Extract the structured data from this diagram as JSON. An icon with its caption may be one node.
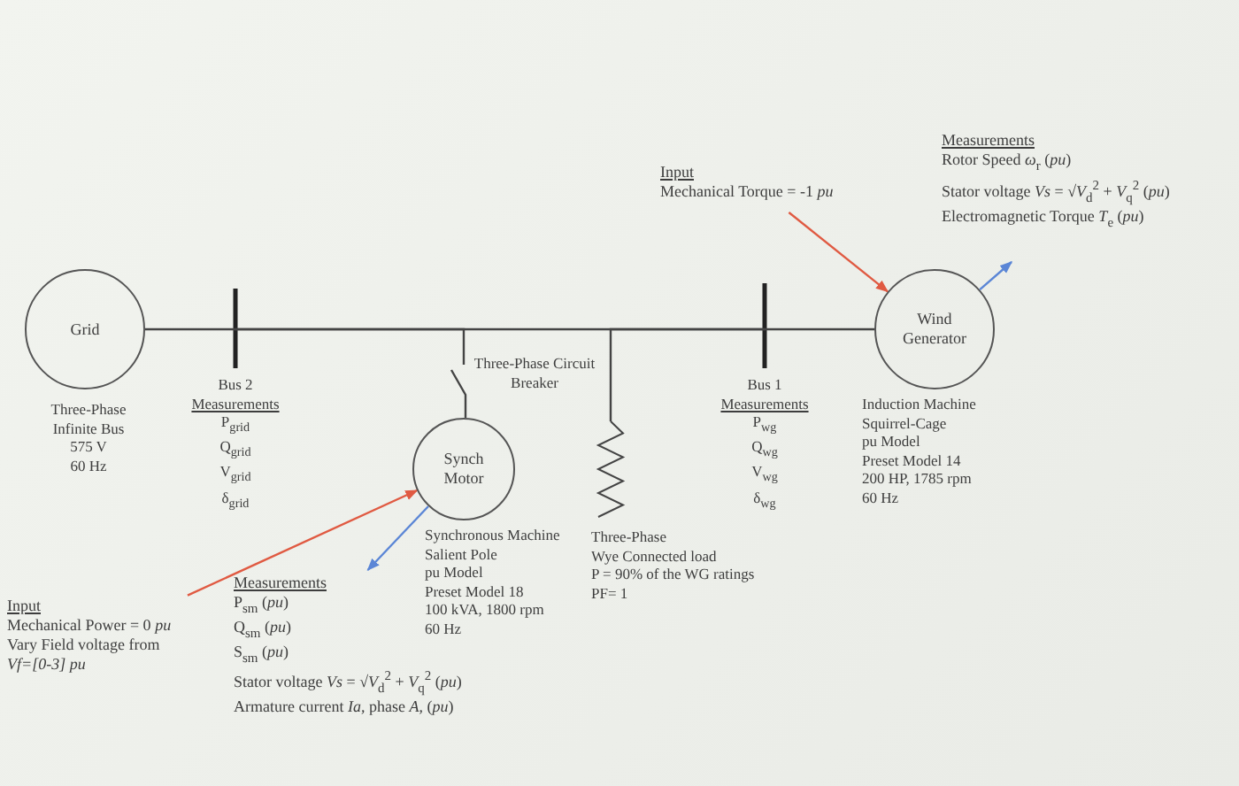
{
  "diagram": {
    "nodes": [
      {
        "text": [
          "Grid"
        ],
        "beside": [
          "Three-Phase",
          "Infinite Bus",
          "575 V",
          "60 Hz"
        ]
      },
      {
        "text": [],
        "shape": "bar",
        "beside": [
          "Bus 2",
          "Measurements",
          "P$_{grid}$",
          "Q$_{grid}$",
          "V$_{grid}$",
          "δ$_{grid}$"
        ]
      },
      {
        "text": [
          "Synch Motor"
        ],
        "beside": [
          "Synchronous Machine",
          "Salient Pole",
          "pu Model",
          "Preset Model 18",
          "100 kVA, 1800 rpm",
          "60 Hz"
        ]
      },
      {
        "text": [],
        "shape": "resistor",
        "beside": [
          "Three-Phase",
          "Wye Connected load",
          "P = 90% of the WG ratings",
          "PF= 1"
        ]
      },
      {
        "text": [],
        "shape": "bar",
        "beside": [
          "Bus 1",
          "Measurements",
          "P$_{wg}$",
          "Q$_{wg}$",
          "V$_{wg}$",
          "δ$_{wg}$"
        ]
      },
      {
        "text": [
          "Wind Generator"
        ],
        "beside": [
          "Induction Machine",
          "Squirrel-Cage",
          "pu Model",
          "Preset Model 14",
          "200 HP, 1785 rpm",
          "60 Hz"
        ]
      },
      {
        "text": [
          "Input",
          "Mechanical Torque = -1 *pu*"
        ]
      },
      {
        "text": [
          "Measurements",
          "Rotor Speed *ω*$_{r}$ (*pu*)",
          "Stator voltage *Vs* = √*V*$_{d}$$^{2}$ + *V*$_{q}$$^{2}$ (*pu*)",
          "Electromagnetic Torque *T*$_{e}$ (*pu*)"
        ]
      },
      {
        "text": [
          "Input",
          "Mechanical Power = 0 *pu*",
          "Vary Field voltage from *Vf=[0-3] pu*"
        ]
      },
      {
        "text": [
          "Measurements",
          "P$_{sm}$ (*pu*)",
          "Q$_{sm}$ (*pu*)",
          "S$_{sm}$ (*pu*)",
          "Stator voltage *Vs* = √*V*$_{d}$$^{2}$ + *V*$_{q}$$^{2}$ (*pu*)",
          "Armature current *Ia*, phase *A*, (*pu*)"
        ]
      }
    ],
    "edges": [
      {
        "from": 0,
        "to": 1,
        "arrow": "none"
      },
      {
        "from": 1,
        "to": 4,
        "arrow": "none"
      },
      {
        "from": 4,
        "to": 5,
        "arrow": "none"
      },
      {
        "from": 1,
        "to": 2,
        "arrow": "none",
        "label": "Three-Phase Circuit Breaker"
      },
      {
        "from": 4,
        "to": 3,
        "arrow": "none"
      },
      {
        "from": 6,
        "to": 5,
        "arrow": "to",
        "color": "#e05a42"
      },
      {
        "from": 5,
        "to": 7,
        "arrow": "to",
        "color": "#5b86d6"
      },
      {
        "from": 8,
        "to": 2,
        "arrow": "to",
        "color": "#e05a42"
      },
      {
        "from": 2,
        "to": 9,
        "arrow": "to",
        "color": "#5b86d6"
      }
    ]
  }
}
